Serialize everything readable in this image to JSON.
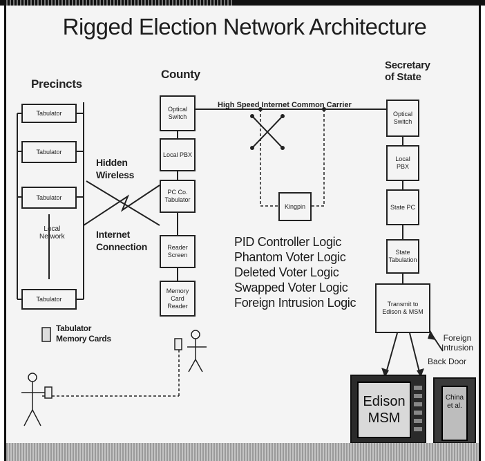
{
  "title": "Rigged Election Network Architecture",
  "headers": {
    "precincts": "Precincts",
    "county": "County",
    "secretary_line1": "Secretary",
    "secretary_line2": "of State"
  },
  "precinct_boxes": [
    "Tabulator",
    "Tabulator",
    "Tabulator",
    "Tabulator"
  ],
  "local_network": {
    "line1": "Local",
    "line2": "Network"
  },
  "county_boxes": {
    "optical_switch": "Optical Switch",
    "local_pbx": "Local PBX",
    "pc_tabulator": "PC Co. Tabulator",
    "reader_screen": "Reader Screen",
    "memory_card_reader": "Memory Card Reader"
  },
  "state_boxes": {
    "optical_switch": "Optical Switch",
    "local_pbx": "Local PBX",
    "state_pc": "State PC",
    "state_tabulation": "State Tabulation",
    "transmit": "Transmit to Edison & MSM"
  },
  "labels": {
    "hidden": "Hidden",
    "wireless": "Wireless",
    "internet": "Internet",
    "connection": "Connection",
    "carrier": "High Speed Internet Common Carrier",
    "tabulator": "Tabulator",
    "memory_cards": "Memory Cards",
    "kingpin": "Kingpin",
    "foreign": "Foreign",
    "intrusion": "Intrusion",
    "back_door": "Back Door"
  },
  "logic": [
    "PID Controller Logic",
    "Phantom Voter Logic",
    "Deleted Voter Logic",
    "Swapped Voter Logic",
    "Foreign Intrusion Logic"
  ],
  "tv": {
    "line1": "Edison",
    "line2": "MSM"
  },
  "door": {
    "line1": "China",
    "line2": "et al."
  }
}
